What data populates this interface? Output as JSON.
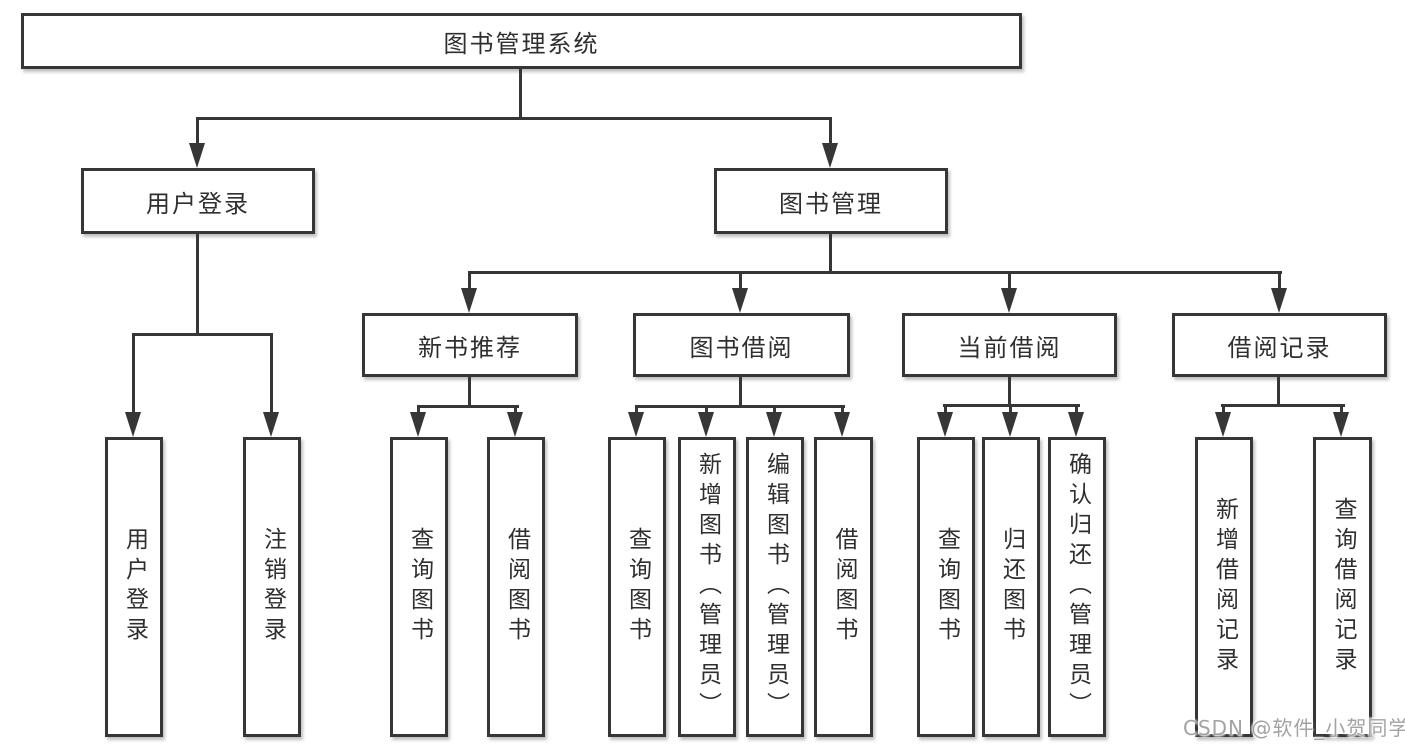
{
  "tree": {
    "root": "图书管理系统",
    "branches": [
      {
        "label": "用户登录",
        "children": [
          "用户登录",
          "注销登录"
        ]
      },
      {
        "label": "图书管理",
        "children": [
          {
            "label": "新书推荐",
            "children": [
              "查询图书",
              "借阅图书"
            ]
          },
          {
            "label": "图书借阅",
            "children": [
              "查询图书",
              "新增图书（管理员）",
              "编辑图书（管理员）",
              "借阅图书"
            ]
          },
          {
            "label": "当前借阅",
            "children": [
              "查询图书",
              "归还图书",
              "确认归还（管理员）"
            ]
          },
          {
            "label": "借阅记录",
            "children": [
              "新增借阅记录",
              "查询借阅记录"
            ]
          }
        ]
      }
    ]
  },
  "watermark": "CSDN @软件_小贺同学",
  "colors": {
    "line": "#363636",
    "text": "#2f2f2f",
    "background": "#ffffff",
    "watermark": "#a3a3a3"
  }
}
